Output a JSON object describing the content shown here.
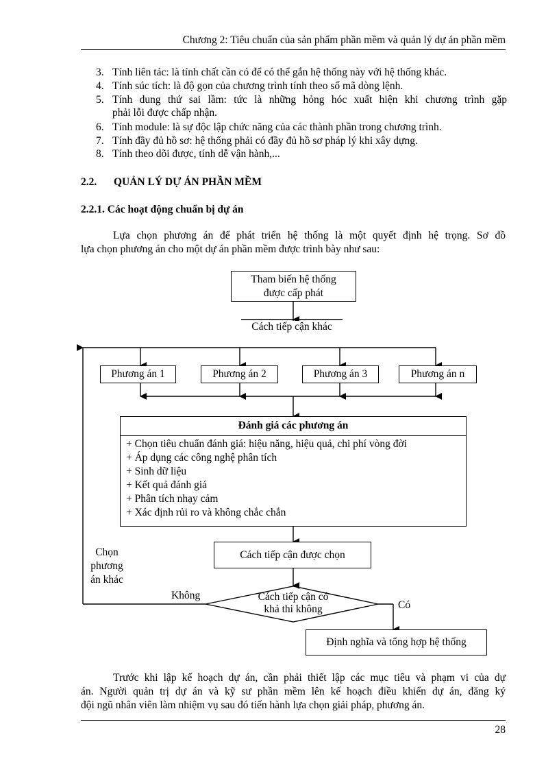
{
  "header": {
    "title": "Chương 2:  Tiêu chuẩn của sản phẩm phần mềm và quản lý dự án phần mềm"
  },
  "list_items": [
    {
      "num": "3.",
      "text": "Tính liên tác: là tính chất cần có để có thể gắn hệ thống này với hệ thống khác."
    },
    {
      "num": "4.",
      "text": "Tính súc tích: là độ gọn của chương trình tính theo số mã dòng lệnh."
    },
    {
      "num": "5.",
      "line1": "Tính dung thứ sai lầm: tức là những hỏng hóc xuất hiện khi chương trình gặp",
      "line2": "phải lỗi được chấp nhận."
    },
    {
      "num": "6.",
      "text": "Tính module: là sự độc lập chức năng của các thành phần trong chương trình."
    },
    {
      "num": "7.",
      "text": "Tính đầy đủ hồ sơ: hệ thống phải có đầy đủ hồ sơ pháp lý khi xây dựng."
    },
    {
      "num": "8.",
      "text": "Tính theo dõi được, tính dễ vận hành,..."
    }
  ],
  "section": {
    "number": "2.2.",
    "title": "QUẢN LÝ DỰ ÁN PHẦN MỀM"
  },
  "subsection": {
    "title": "2.2.1. Các hoạt động chuẩn bị dự án"
  },
  "intro_paragraph": {
    "line1": "Lựa chọn phương án để phát triển hệ thống là một quyết định hệ trọng. Sơ đồ",
    "line2": "lựa chọn phương án cho một dự án phần mềm được trình bày như sau:"
  },
  "diagram": {
    "top_box": {
      "line1": "Tham biến hệ thống",
      "line2": "được cấp phát"
    },
    "other_approach": "Cách tiếp cận khác",
    "options": [
      "Phương án 1",
      "Phương án 2",
      "Phương án 3",
      "Phương án n"
    ],
    "evaluation": {
      "title": "Đánh giá các phương án",
      "items": [
        "+ Chọn tiêu chuẩn đánh giá: hiệu năng, hiệu quả, chi phí vòng đời",
        "+ Áp dụng các công nghệ phân tích",
        "+ Sinh dữ liệu",
        "+ Kết quả đánh giá",
        "+ Phân tích nhạy cảm",
        "+ Xác định rủi ro và không chắc chắn"
      ]
    },
    "chosen_box": "Cách tiếp cận được chọn",
    "decision": {
      "line1": "Cách tiếp cận có",
      "line2": "khả thi không"
    },
    "no_label": "Không",
    "yes_label": "Có",
    "loop_label": {
      "line1": "Chọn",
      "line2": "phương",
      "line3": "án  khác"
    },
    "final_box": "Định nghĩa và tổng hợp hệ thống"
  },
  "closing_paragraph": {
    "line1": "Trước khi lập kế hoạch dự án, cần phải thiết lập các mục tiêu và phạm vi của dự",
    "line2": "án. Người quản trị dự án và kỹ sư phần mềm lên kế hoạch điều khiển dự án, đăng ký",
    "line3": "đội ngũ nhân viên làm nhiệm vụ sau đó tiến hành lựa chọn giải pháp, phương án."
  },
  "page_number": "28"
}
